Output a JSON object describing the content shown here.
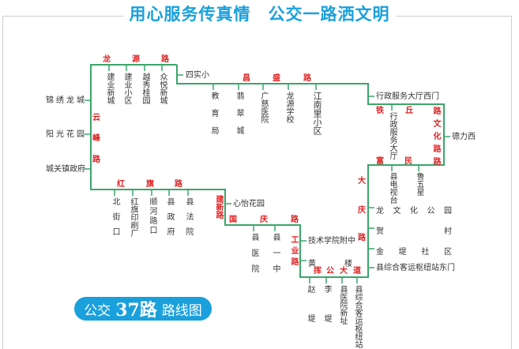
{
  "title": "用心服务传真情　公交一路洒文明",
  "badge": {
    "prefix": "公交",
    "number": "37路",
    "suffix": "路线图"
  },
  "colors": {
    "route": "#3aa66a",
    "road": "#e02020",
    "accent": "#1aa0dc"
  },
  "roads": {
    "longyuan": [
      "龙",
      "源",
      "路"
    ],
    "changsheng": [
      "昌",
      "盛",
      "路"
    ],
    "tieqiu": [
      "铁",
      "丘"
    ],
    "wenhua": "路文化路路",
    "fumin": [
      "富",
      "民"
    ],
    "daqing": [
      "大",
      "庆",
      "路"
    ],
    "yunfeng": [
      "云",
      "峰",
      "路"
    ],
    "hongqi": [
      "红",
      "旗",
      "路"
    ],
    "jianxin": "建新路",
    "guoqing": [
      "国",
      "庆",
      "路"
    ],
    "gongye": "工业路",
    "huigong": [
      "挥",
      "公",
      "大",
      "道"
    ]
  },
  "stations": {
    "jinxiulongcheng": "锦绣龙城",
    "yangguanghuayuan": "阳光花园",
    "chengguanzhen": "城关镇政府",
    "jianyexincheng": "建业新城",
    "jianyexiaoqu": "建业小区",
    "yuexiuguiyuan": "越秀桂园",
    "zhongyuexincheng": "众悦新城",
    "sishixiao": "四实小",
    "jiaoyuju": "教育局",
    "feicuicheng": "翡翠城",
    "guangci": "广慈医院",
    "longyuanxuexiao": "龙源学校",
    "jiangnanli": "江南里小区",
    "xingzheng_ximen": "行政服务大厅西门",
    "xingzheng": "行政服务大厅",
    "delixi": "德力西",
    "dianshitai": "县电视台",
    "luwuxing": "鲁五星",
    "longwenhua": [
      "龙",
      "文",
      "化",
      "公",
      "园"
    ],
    "hecun": [
      "贺",
      "村"
    ],
    "jindi": [
      "金",
      "堤",
      "社",
      "区"
    ],
    "keyun_dongmen": "县综合客运枢纽站东门",
    "beijiekou": "北街口",
    "hongqiyinshua": "红旗印刷厂",
    "shunhelukou": "顺河路口",
    "xianzhengfu": "县政府",
    "xianfayuan": "县法院",
    "xinyihuayuan": "心怡花园",
    "xianyiyuan": "县医院",
    "xianyizhong": "县一中",
    "jishuxueyuan": "技术学院附中",
    "huanglou": [
      "黄",
      "楼"
    ],
    "zhaodi": "赵堤",
    "lidi": "李堤",
    "xianyiyuanxinzhi": "县医院新址",
    "keyunzhan": "县综合客运枢纽站"
  }
}
